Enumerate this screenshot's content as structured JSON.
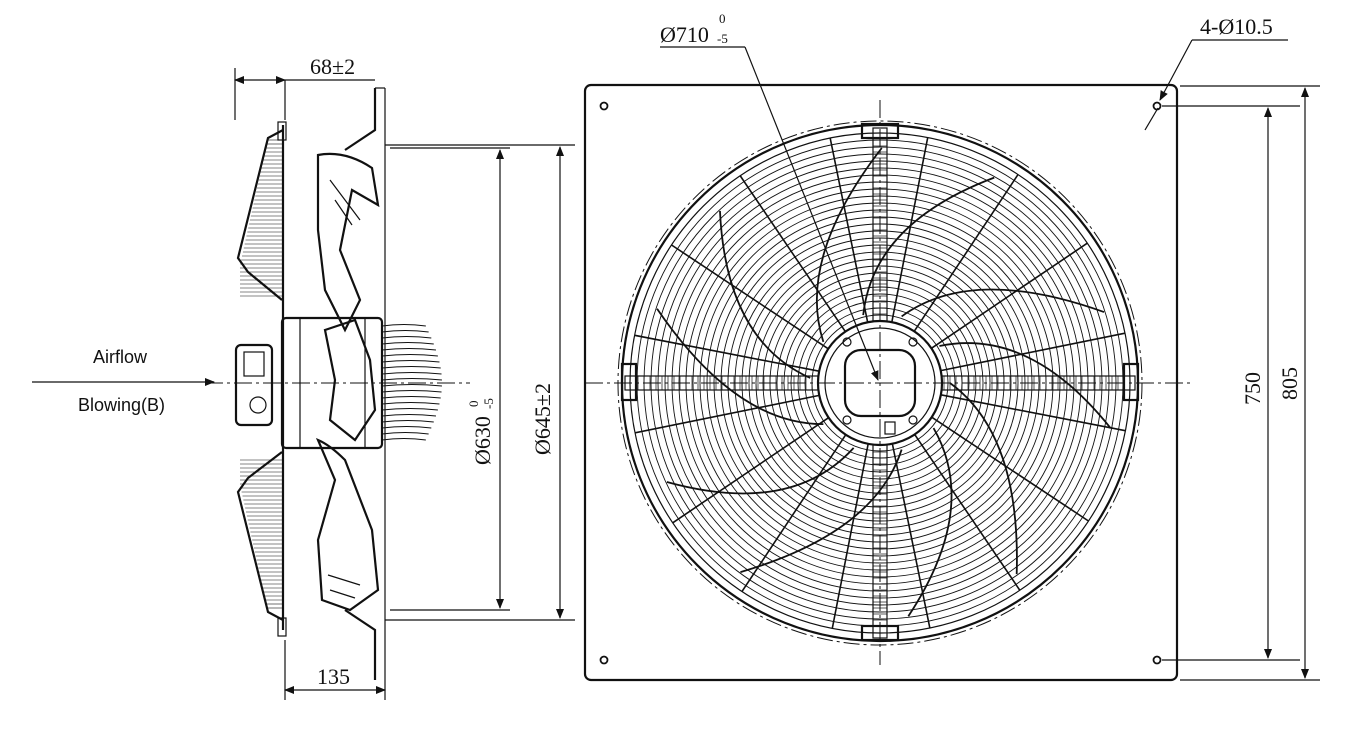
{
  "side_view": {
    "dim_top": "68±2",
    "dim_bottom": "135",
    "dim_inner_diameter": "Ø630",
    "dim_inner_tol_upper": "0",
    "dim_inner_tol_lower": "-5",
    "dim_outer_diameter": "Ø645±2"
  },
  "airflow": {
    "line1": "Airflow",
    "line2": "Blowing(B)"
  },
  "front_view": {
    "dim_ring_diameter": "Ø710",
    "dim_ring_tol_upper": "0",
    "dim_ring_tol_lower": "-5",
    "dim_holes": "4-Ø10.5",
    "dim_hole_spacing": "750",
    "dim_plate_size": "805"
  }
}
